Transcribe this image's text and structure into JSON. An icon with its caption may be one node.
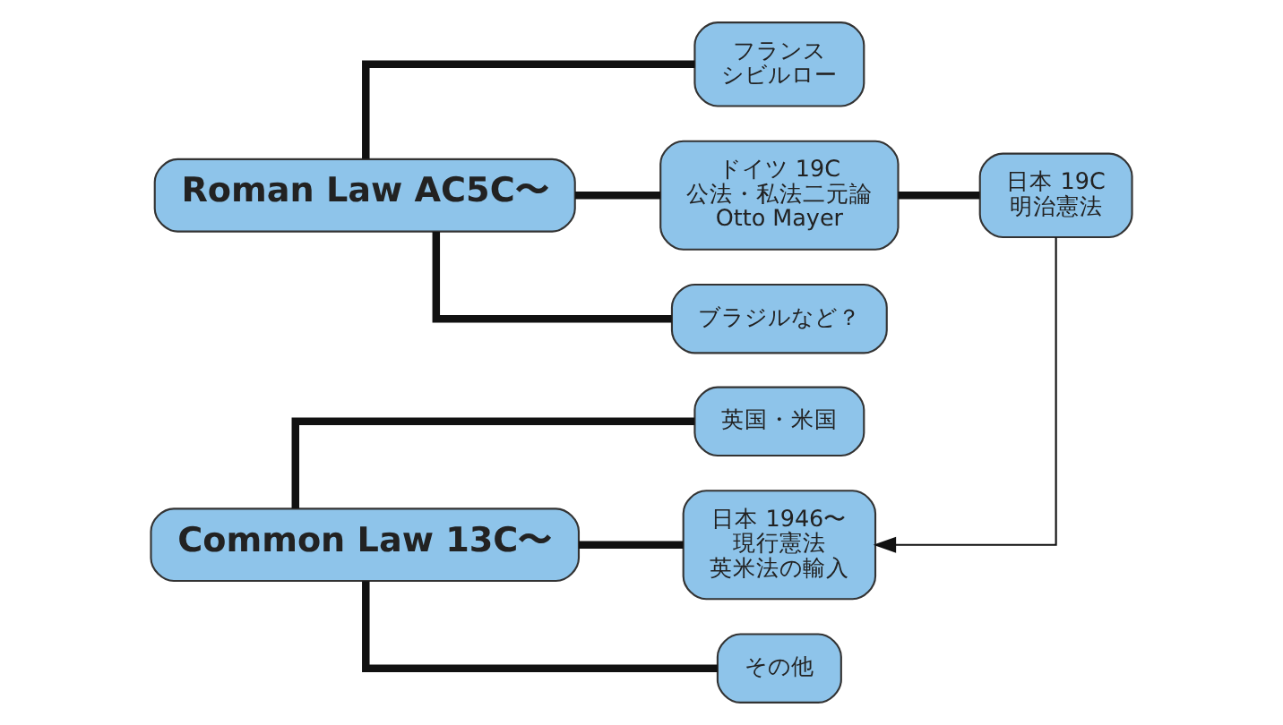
{
  "diagram": {
    "nodes": [
      {
        "text": [
          "Roman Law AC5C〜"
        ]
      },
      {
        "text": [
          "フランス",
          "シビルロー"
        ]
      },
      {
        "text": [
          "ドイツ 19C",
          "公法・私法二元論",
          "Otto Mayer"
        ]
      },
      {
        "text": [
          "日本 19C",
          "明治憲法"
        ]
      },
      {
        "text": [
          "ブラジルなど？"
        ]
      },
      {
        "text": [
          "Common Law 13C〜"
        ]
      },
      {
        "text": [
          "英国・米国"
        ]
      },
      {
        "text": [
          "日本 1946〜",
          "現行憲法",
          "英米法の輸入"
        ]
      },
      {
        "text": [
          "その他"
        ]
      }
    ],
    "edges": [
      {
        "from": 0,
        "to": 1,
        "arrow": "none"
      },
      {
        "from": 0,
        "to": 2,
        "arrow": "none"
      },
      {
        "from": 2,
        "to": 3,
        "arrow": "none"
      },
      {
        "from": 0,
        "to": 4,
        "arrow": "none"
      },
      {
        "from": 3,
        "to": 7,
        "arrow": "to"
      },
      {
        "from": 5,
        "to": 6,
        "arrow": "none"
      },
      {
        "from": 5,
        "to": 7,
        "arrow": "none"
      },
      {
        "from": 5,
        "to": 8,
        "arrow": "none"
      }
    ]
  }
}
